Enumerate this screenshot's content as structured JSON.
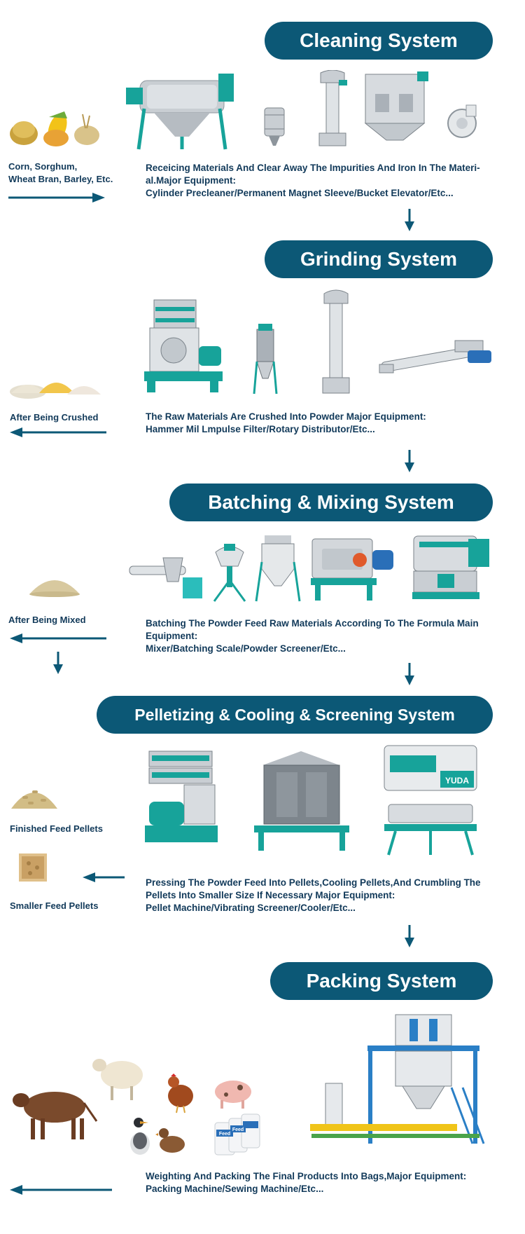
{
  "colors": {
    "pill_bg": "#0c5876",
    "text": "#123a5a",
    "machine_teal": "#17a39a",
    "steel": "#c9ced3"
  },
  "sections": [
    {
      "title": "Cleaning System",
      "desc": [
        "Receicing Materials And Clear Away The Impurities And Iron In The Materi-",
        "al.Major Equipment:",
        "Cylinder Precleaner/Permanent Magnet Sleeve/Bucket Elevator/Etc..."
      ],
      "side": [
        "Corn, Sorghum,",
        "Wheat Bran, Barley, Etc."
      ],
      "icons": [
        "grain-pile-icon",
        "cylinder-precleaner-icon",
        "magnet-sleeve-icon",
        "bucket-elevator-icon",
        "pulse-dust-collector-icon",
        "fan-icon"
      ]
    },
    {
      "title": "Grinding System",
      "desc": [
        "The Raw Materials Are Crushed Into Powder Major Equipment:",
        "Hammer Mil Lmpulse Filter/Rotary Distributor/Etc..."
      ],
      "side": [
        "After Being Crushed"
      ],
      "icons": [
        "powder-pile-icon",
        "hammer-mill-icon",
        "impulse-filter-icon",
        "bucket-elevator-icon",
        "screw-conveyor-icon"
      ]
    },
    {
      "title": "Batching & Mixing System",
      "desc": [
        "Batching The Powder Feed Raw Materials According To The Formula Main",
        "Equipment:",
        "Mixer/Batching Scale/Powder Screener/Etc..."
      ],
      "side": [
        "After Being Mixed"
      ],
      "icons": [
        "mixed-powder-icon",
        "screw-feeder-icon",
        "rotary-distributor-icon",
        "batching-scale-icon",
        "mixer-icon",
        "mixer-yida-icon"
      ]
    },
    {
      "title": "Pelletizing & Cooling & Screening System",
      "desc": [
        "Pressing The Powder Feed Into Pellets,Cooling Pellets,And Crumbling The",
        "Pellets Into Smaller Size If Necessary Major Equipment:",
        "Pellet Machine/Vibrating Screener/Cooler/Etc..."
      ],
      "side": [
        "Finished Feed Pellets",
        "Smaller Feed Pellets"
      ],
      "brand": "YUDA",
      "icons": [
        "pellets-icon",
        "pellet-machine-icon",
        "cooler-icon",
        "crumbler-icon",
        "vibrating-screener-icon"
      ]
    },
    {
      "title": "Packing System",
      "desc": [
        "Weighting And Packing The Final Products Into Bags,Major Equipment:",
        "Packing Machine/Sewing Machine/Etc..."
      ],
      "bag_label": "Feed",
      "icons": [
        "cow-icon",
        "sheep-icon",
        "chicken-icon",
        "pig-icon",
        "goose-icon",
        "duck-icon",
        "feed-bag-icon",
        "packing-machine-icon"
      ]
    }
  ]
}
